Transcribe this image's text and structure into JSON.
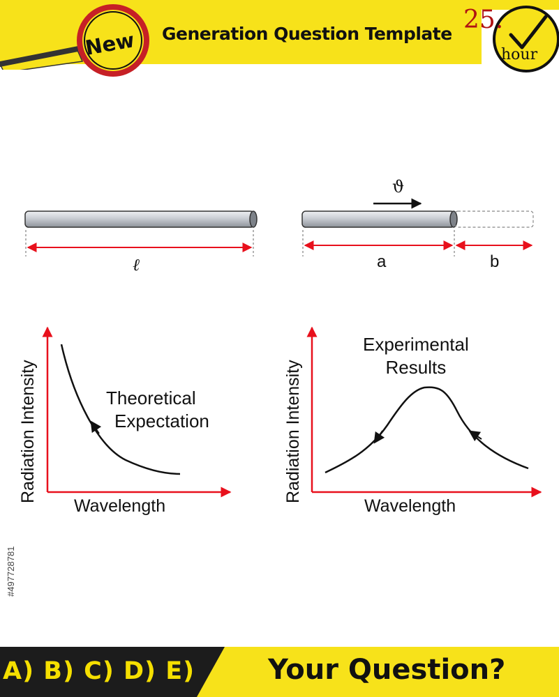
{
  "header": {
    "badge_label": "New",
    "title": "Generation Question Template",
    "hour_number": "25.",
    "hour_label": "hour"
  },
  "rod_diagram": {
    "left_length_label": "ℓ",
    "velocity_label": "ϑ",
    "segment_a_label": "a",
    "segment_b_label": "b"
  },
  "graphs": {
    "theoretical": {
      "y_axis_label": "Radiation Intensity",
      "x_axis_label": "Wavelength",
      "curve_label_line1": "Theoretical",
      "curve_label_line2": "Expectation"
    },
    "experimental": {
      "y_axis_label": "Radiation Intensity",
      "x_axis_label": "Wavelength",
      "curve_label_line1": "Experimental",
      "curve_label_line2": "Results"
    }
  },
  "footer": {
    "answer_choices": "A) B) C) D) E)",
    "question_prompt": "Your Question?"
  },
  "side_text": "#497728781",
  "colors": {
    "banner_yellow": "#f7e21a",
    "dark_band": "#1c1c1c",
    "axis_red": "#e8101c",
    "rod_gray": "#c9cdd3",
    "magnifier_red": "#c62026"
  }
}
